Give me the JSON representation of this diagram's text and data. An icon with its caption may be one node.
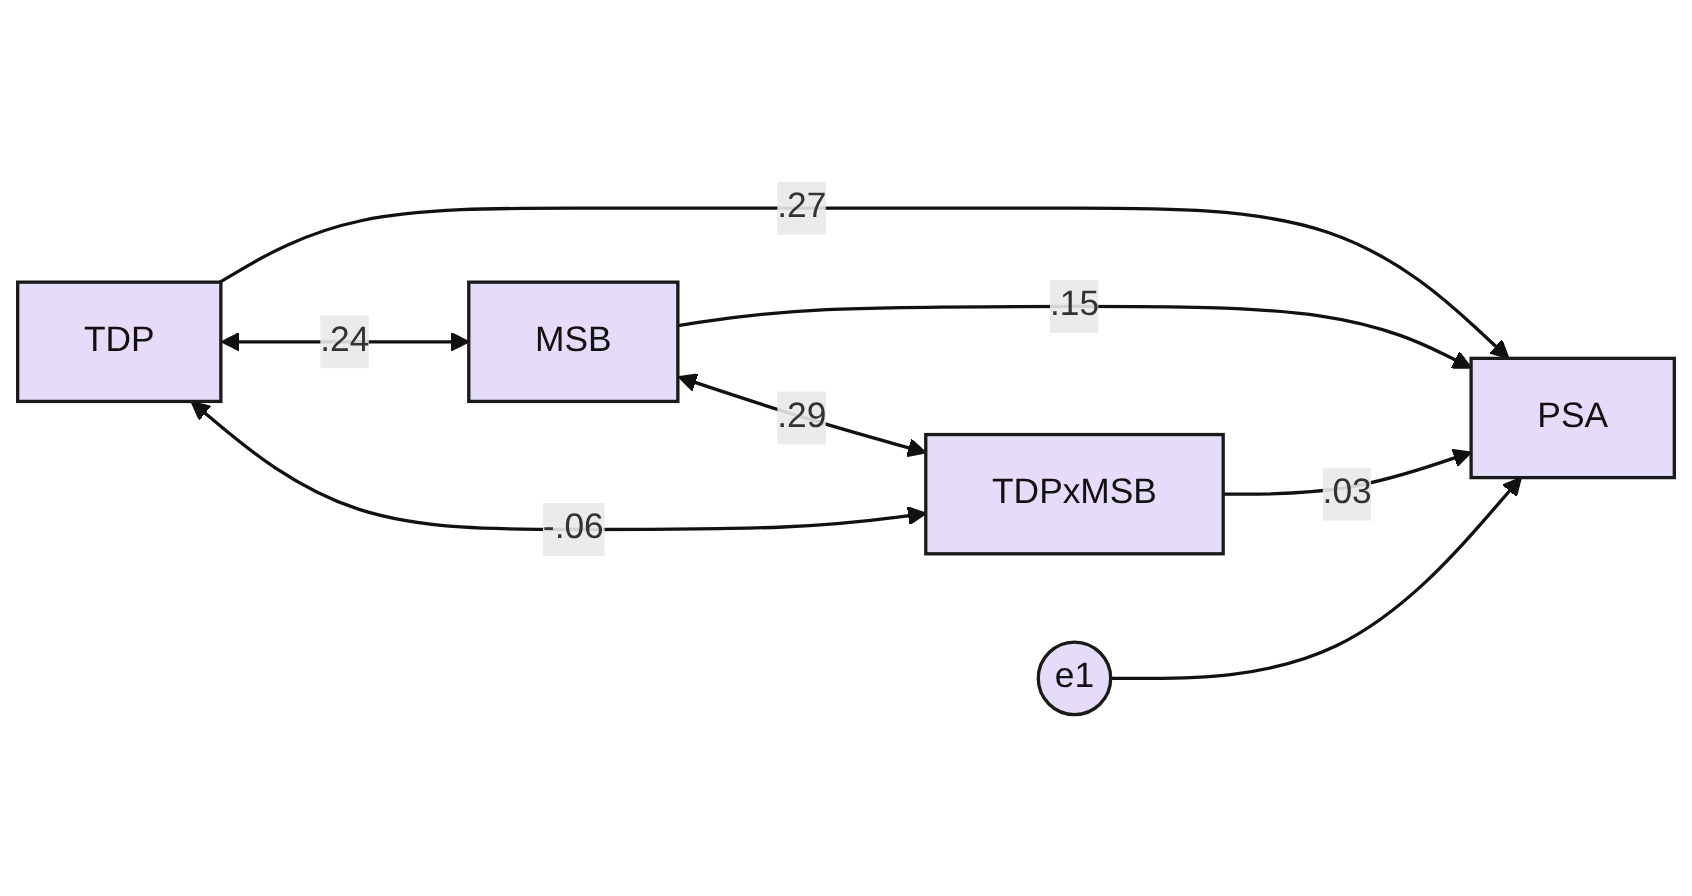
{
  "diagram": {
    "nodes": [
      {
        "text": [
          "TDP"
        ]
      },
      {
        "text": [
          "MSB"
        ]
      },
      {
        "text": [
          "TDPxMSB"
        ]
      },
      {
        "text": [
          "e1"
        ]
      },
      {
        "text": [
          "PSA"
        ]
      }
    ],
    "edges": [
      {
        "from": 0,
        "to": 4,
        "arrow": "to",
        "label": ".27"
      },
      {
        "from": 1,
        "to": 4,
        "arrow": "to",
        "label": ".15"
      },
      {
        "from": 2,
        "to": 4,
        "arrow": "to",
        "label": ".03"
      },
      {
        "from": 3,
        "to": 4,
        "arrow": "to"
      },
      {
        "from": 0,
        "to": 1,
        "arrow": "both",
        "label": ".24"
      },
      {
        "from": 1,
        "to": 2,
        "arrow": "both",
        "label": ".29"
      },
      {
        "from": 0,
        "to": 2,
        "arrow": "both",
        "label": "-.06"
      }
    ]
  }
}
